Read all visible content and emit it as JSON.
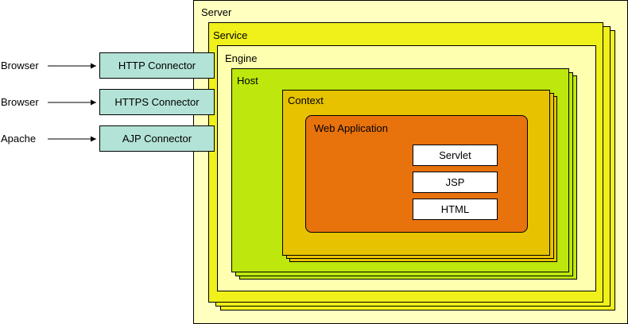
{
  "colors": {
    "server": "#ffffc0",
    "service": "#f0f01a",
    "engine": "#ffffb0",
    "host": "#bde70d",
    "context": "#e6c200",
    "webapp": "#e8720c",
    "connector": "#b3e3d6",
    "component": "#ffffff"
  },
  "server": {
    "label": "Server"
  },
  "service": {
    "label": "Service"
  },
  "engine": {
    "label": "Engine"
  },
  "host": {
    "label": "Host"
  },
  "context": {
    "label": "Context"
  },
  "webapp": {
    "label": "Web Application",
    "components": [
      "Servlet",
      "JSP",
      "HTML"
    ]
  },
  "connectors": [
    {
      "client": "Browser",
      "label": "HTTP Connector"
    },
    {
      "client": "Browser",
      "label": "HTTPS Connector"
    },
    {
      "client": "Apache",
      "label": "AJP Connector"
    }
  ]
}
